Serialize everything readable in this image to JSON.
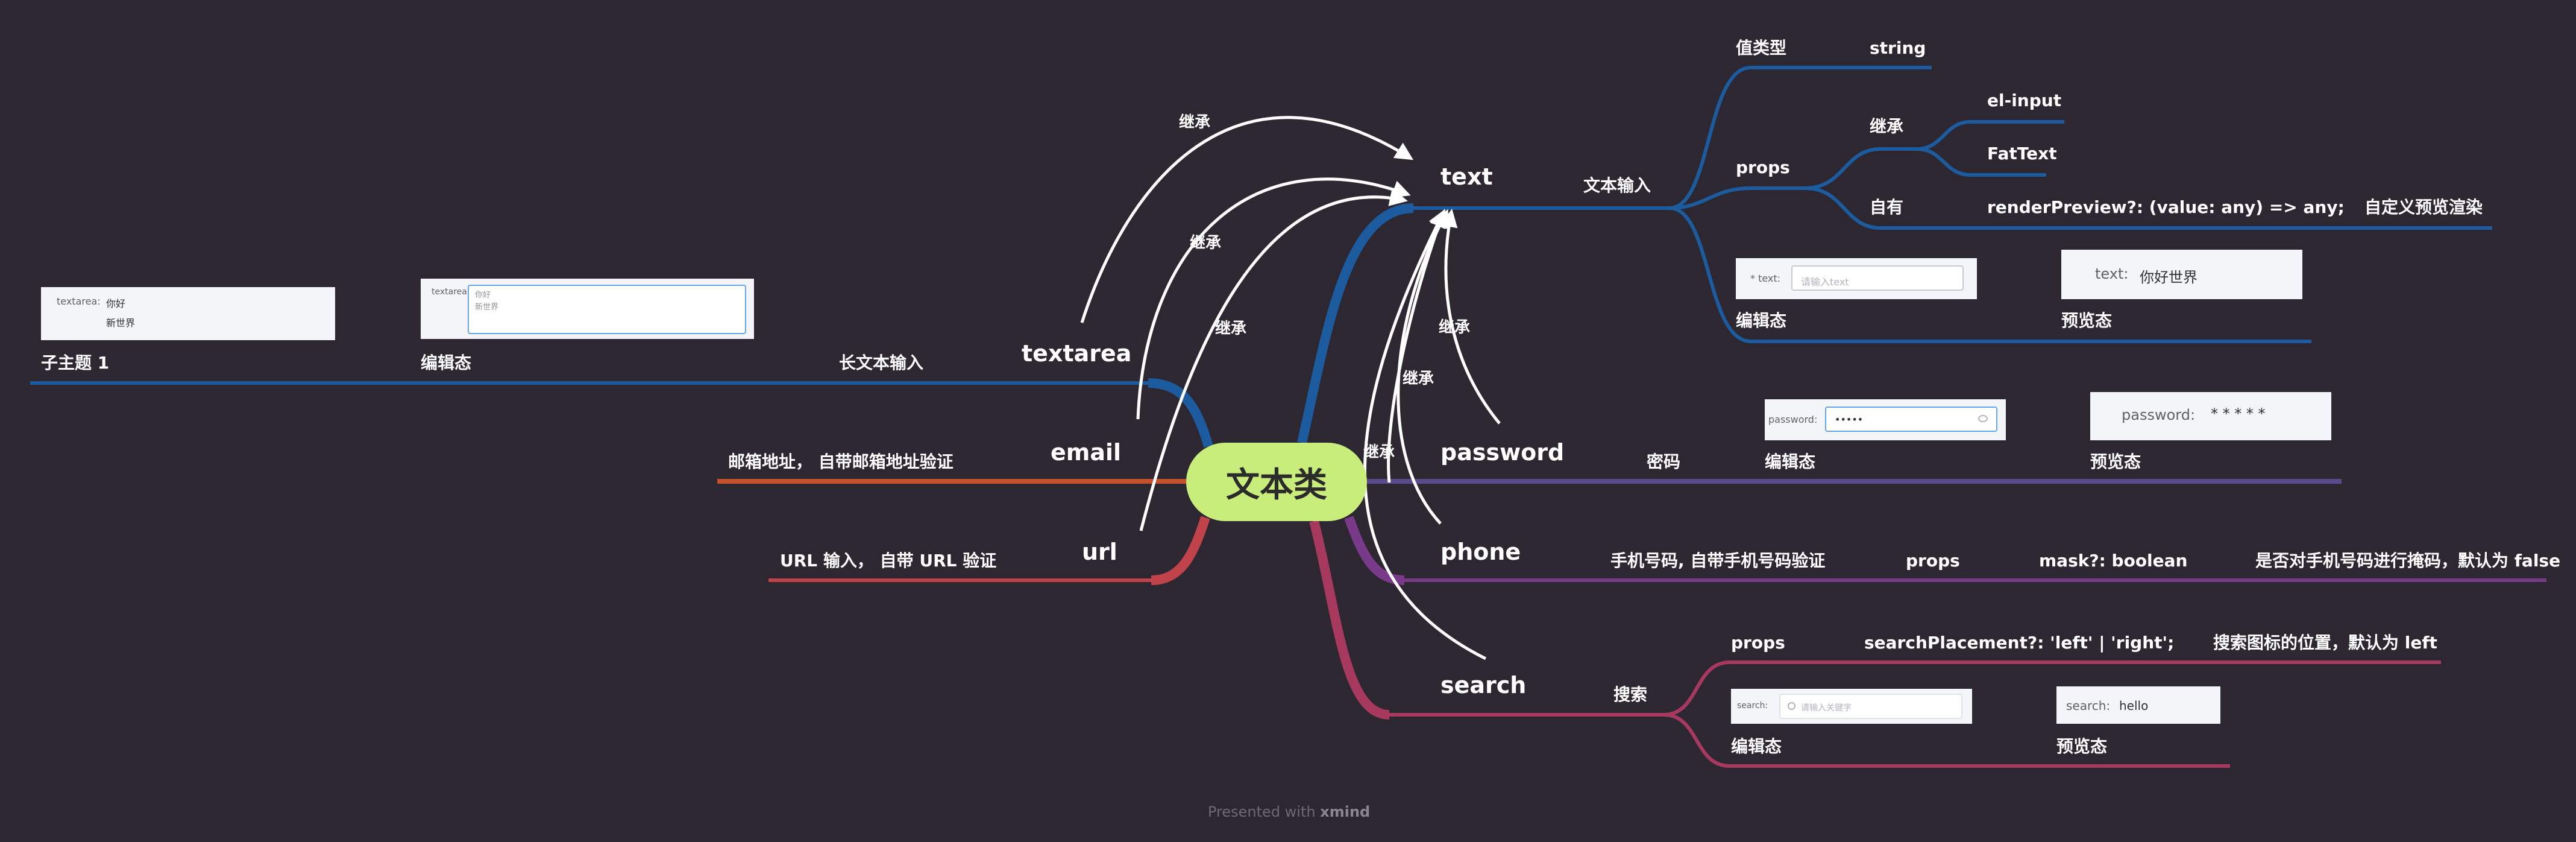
{
  "center": "文本类",
  "footer": {
    "prefix": "Presented with",
    "brand": "xmind"
  },
  "branches": {
    "text": {
      "name": "text",
      "desc": "文本输入",
      "value_type_label": "值类型",
      "value_type": "string",
      "props_label": "props",
      "inherit_label": "继承",
      "inherit_items": [
        "el-input",
        "FatText"
      ],
      "own_label": "自有",
      "own_prop": "renderPreview?: (value: any) => any;",
      "own_desc": "自定义预览渲染",
      "edit_label": "编辑态",
      "preview_label": "预览态"
    },
    "textarea": {
      "name": "textarea",
      "desc": "长文本输入",
      "edit_label": "编辑态",
      "subtopic": "子主题 1"
    },
    "email": {
      "name": "email",
      "desc": "邮箱地址，  自带邮箱地址验证"
    },
    "url": {
      "name": "url",
      "desc": "URL 输入，  自带 URL 验证"
    },
    "password": {
      "name": "password",
      "desc": "密码",
      "edit_label": "编辑态",
      "preview_label": "预览态"
    },
    "phone": {
      "name": "phone",
      "desc": "手机号码, 自带手机号码验证",
      "props_label": "props",
      "prop": "mask?: boolean",
      "prop_desc": "是否对手机号码进行掩码，默认为 false"
    },
    "search": {
      "name": "search",
      "desc": "搜索",
      "props_label": "props",
      "prop": "searchPlacement?: 'left' | 'right';",
      "prop_desc": "搜索图标的位置，默认为 left",
      "edit_label": "编辑态",
      "preview_label": "预览态"
    }
  },
  "relationship_label": "继承",
  "screens": {
    "textarea_preview": {
      "key": "textarea:",
      "line1": "你好",
      "line2": "新世界"
    },
    "textarea_edit": {
      "key": "textarea:",
      "line1": "你好",
      "line2": "新世界"
    },
    "text_edit": {
      "key": "* text:",
      "placeholder": "请输入text"
    },
    "text_preview": {
      "key": "text:",
      "value": "你好世界"
    },
    "password_edit": {
      "key": "password:",
      "value": "•••••",
      "eye_icon": "eye-icon"
    },
    "password_preview": {
      "key": "password:",
      "value": "* * * * *"
    },
    "search_edit": {
      "key": "search:",
      "placeholder": "请输入关键字",
      "icon": "search-icon"
    },
    "search_preview": {
      "key": "search:",
      "value": "hello"
    }
  },
  "colors": {
    "background": "#2c2731",
    "center": "#c9ed7a",
    "text": "#1c5b9e",
    "textarea": "#1c5b9e",
    "email": "#c0512c",
    "url": "#c0424a",
    "password": "#5a4a8e",
    "phone": "#7a3a8a",
    "search": "#a8395e",
    "relationship": "#ffffff"
  }
}
